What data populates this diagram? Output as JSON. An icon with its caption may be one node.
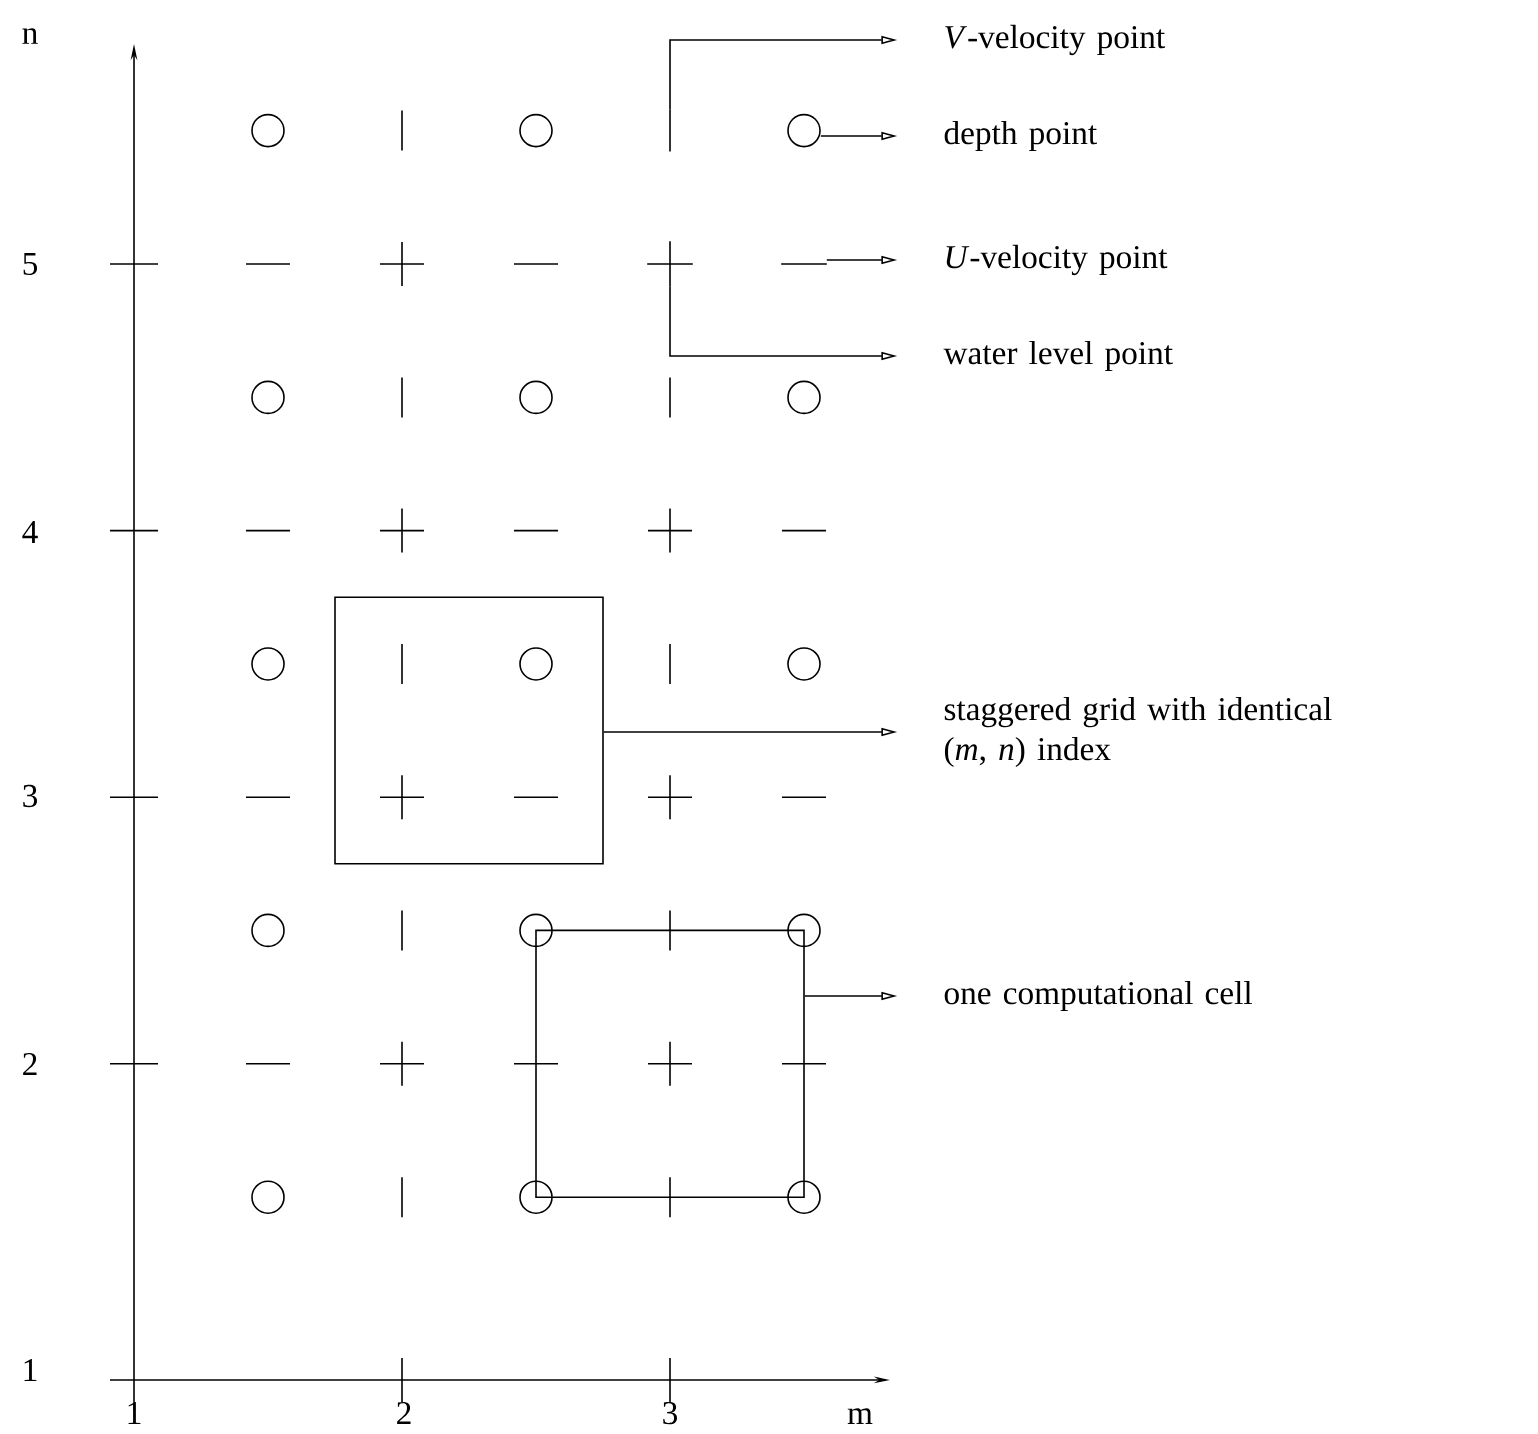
{
  "diagram": {
    "nodes": [
      {
        "text": [
          "*V*-velocity point"
        ]
      },
      {
        "text": [
          "depth point"
        ]
      },
      {
        "text": [
          "*U*-velocity point"
        ]
      },
      {
        "text": [
          "water level point"
        ]
      },
      {
        "text": [
          "staggered grid with identical (*m*, *n*) index"
        ]
      },
      {
        "text": [
          "one computational cell"
        ]
      },
      {
        "text": [],
        "shape": "bar"
      },
      {
        "text": [],
        "shape": "circle"
      },
      {
        "text": [],
        "shape": "dash"
      },
      {
        "text": [],
        "shape": "cross"
      },
      {
        "text": [],
        "shape": "box"
      },
      {
        "text": [],
        "shape": "box"
      }
    ],
    "edges": [
      {
        "from": 6,
        "to": 0,
        "arrow": "to"
      },
      {
        "from": 7,
        "to": 1,
        "arrow": "to"
      },
      {
        "from": 8,
        "to": 2,
        "arrow": "to"
      },
      {
        "from": 9,
        "to": 3,
        "arrow": "to"
      },
      {
        "from": 10,
        "to": 4,
        "arrow": "to"
      },
      {
        "from": 11,
        "to": 5,
        "arrow": "to"
      }
    ],
    "labels": [
      "n",
      "5",
      "4",
      "3",
      "2",
      "1",
      "1",
      "2",
      "3",
      "m"
    ]
  }
}
